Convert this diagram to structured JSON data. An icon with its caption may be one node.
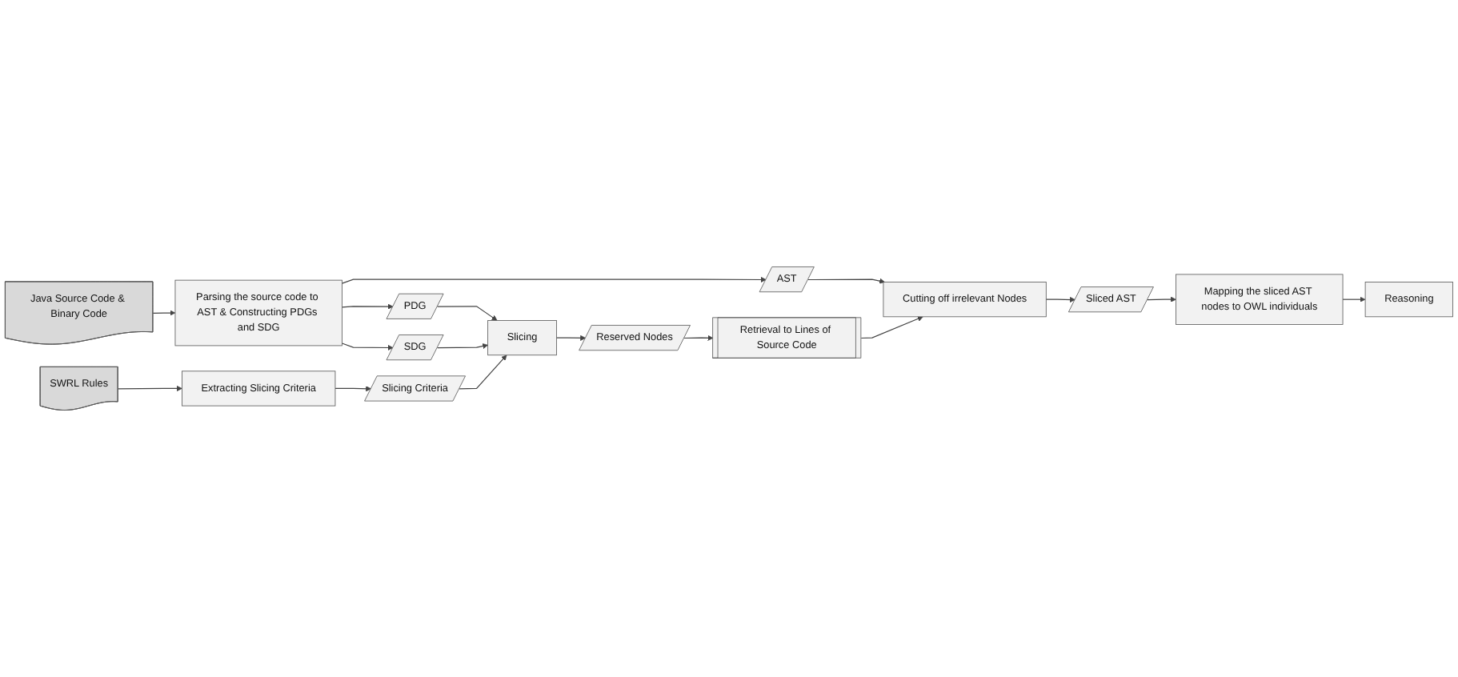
{
  "diagram": {
    "nodes": [
      {
        "text": [
          "Java Source Code & Binary Code"
        ]
      },
      {
        "text": [
          "Parsing the source code to AST & Constructing PDGs and SDG"
        ]
      },
      {
        "text": [
          "AST"
        ]
      },
      {
        "text": [
          "PDG"
        ]
      },
      {
        "text": [
          "SDG"
        ]
      },
      {
        "text": [
          "Retrieval to Lines of Source Code"
        ]
      },
      {
        "text": [
          "Cutting off irrelevant Nodes"
        ]
      },
      {
        "text": [
          "Slicing"
        ]
      },
      {
        "text": [
          "Reserved Nodes"
        ]
      },
      {
        "text": [
          "SWRL Rules"
        ]
      },
      {
        "text": [
          "Extracting Slicing Criteria"
        ]
      },
      {
        "text": [
          "Slicing Criteria"
        ]
      },
      {
        "text": [
          "Reasoning"
        ]
      },
      {
        "text": [
          "Mapping the sliced AST nodes to OWL individuals"
        ]
      },
      {
        "text": [
          "Sliced AST"
        ]
      }
    ],
    "edges": [
      {
        "from": 0,
        "to": 1,
        "arrow": "to"
      },
      {
        "from": 1,
        "to": 2,
        "arrow": "to"
      },
      {
        "from": 1,
        "to": 3,
        "arrow": "to"
      },
      {
        "from": 1,
        "to": 4,
        "arrow": "to"
      },
      {
        "from": 2,
        "to": 6,
        "arrow": "to"
      },
      {
        "from": 5,
        "to": 6,
        "arrow": "to"
      },
      {
        "from": 8,
        "to": 5,
        "arrow": "to"
      },
      {
        "from": 3,
        "to": 7,
        "arrow": "to"
      },
      {
        "from": 4,
        "to": 7,
        "arrow": "to"
      },
      {
        "from": 11,
        "to": 7,
        "arrow": "to"
      },
      {
        "from": 7,
        "to": 8,
        "arrow": "to"
      },
      {
        "from": 9,
        "to": 10,
        "arrow": "to"
      },
      {
        "from": 10,
        "to": 11,
        "arrow": "to"
      },
      {
        "from": 6,
        "to": 14,
        "arrow": "to"
      },
      {
        "from": 14,
        "to": 13,
        "arrow": "to"
      },
      {
        "from": 13,
        "to": 12,
        "arrow": "to"
      }
    ]
  }
}
